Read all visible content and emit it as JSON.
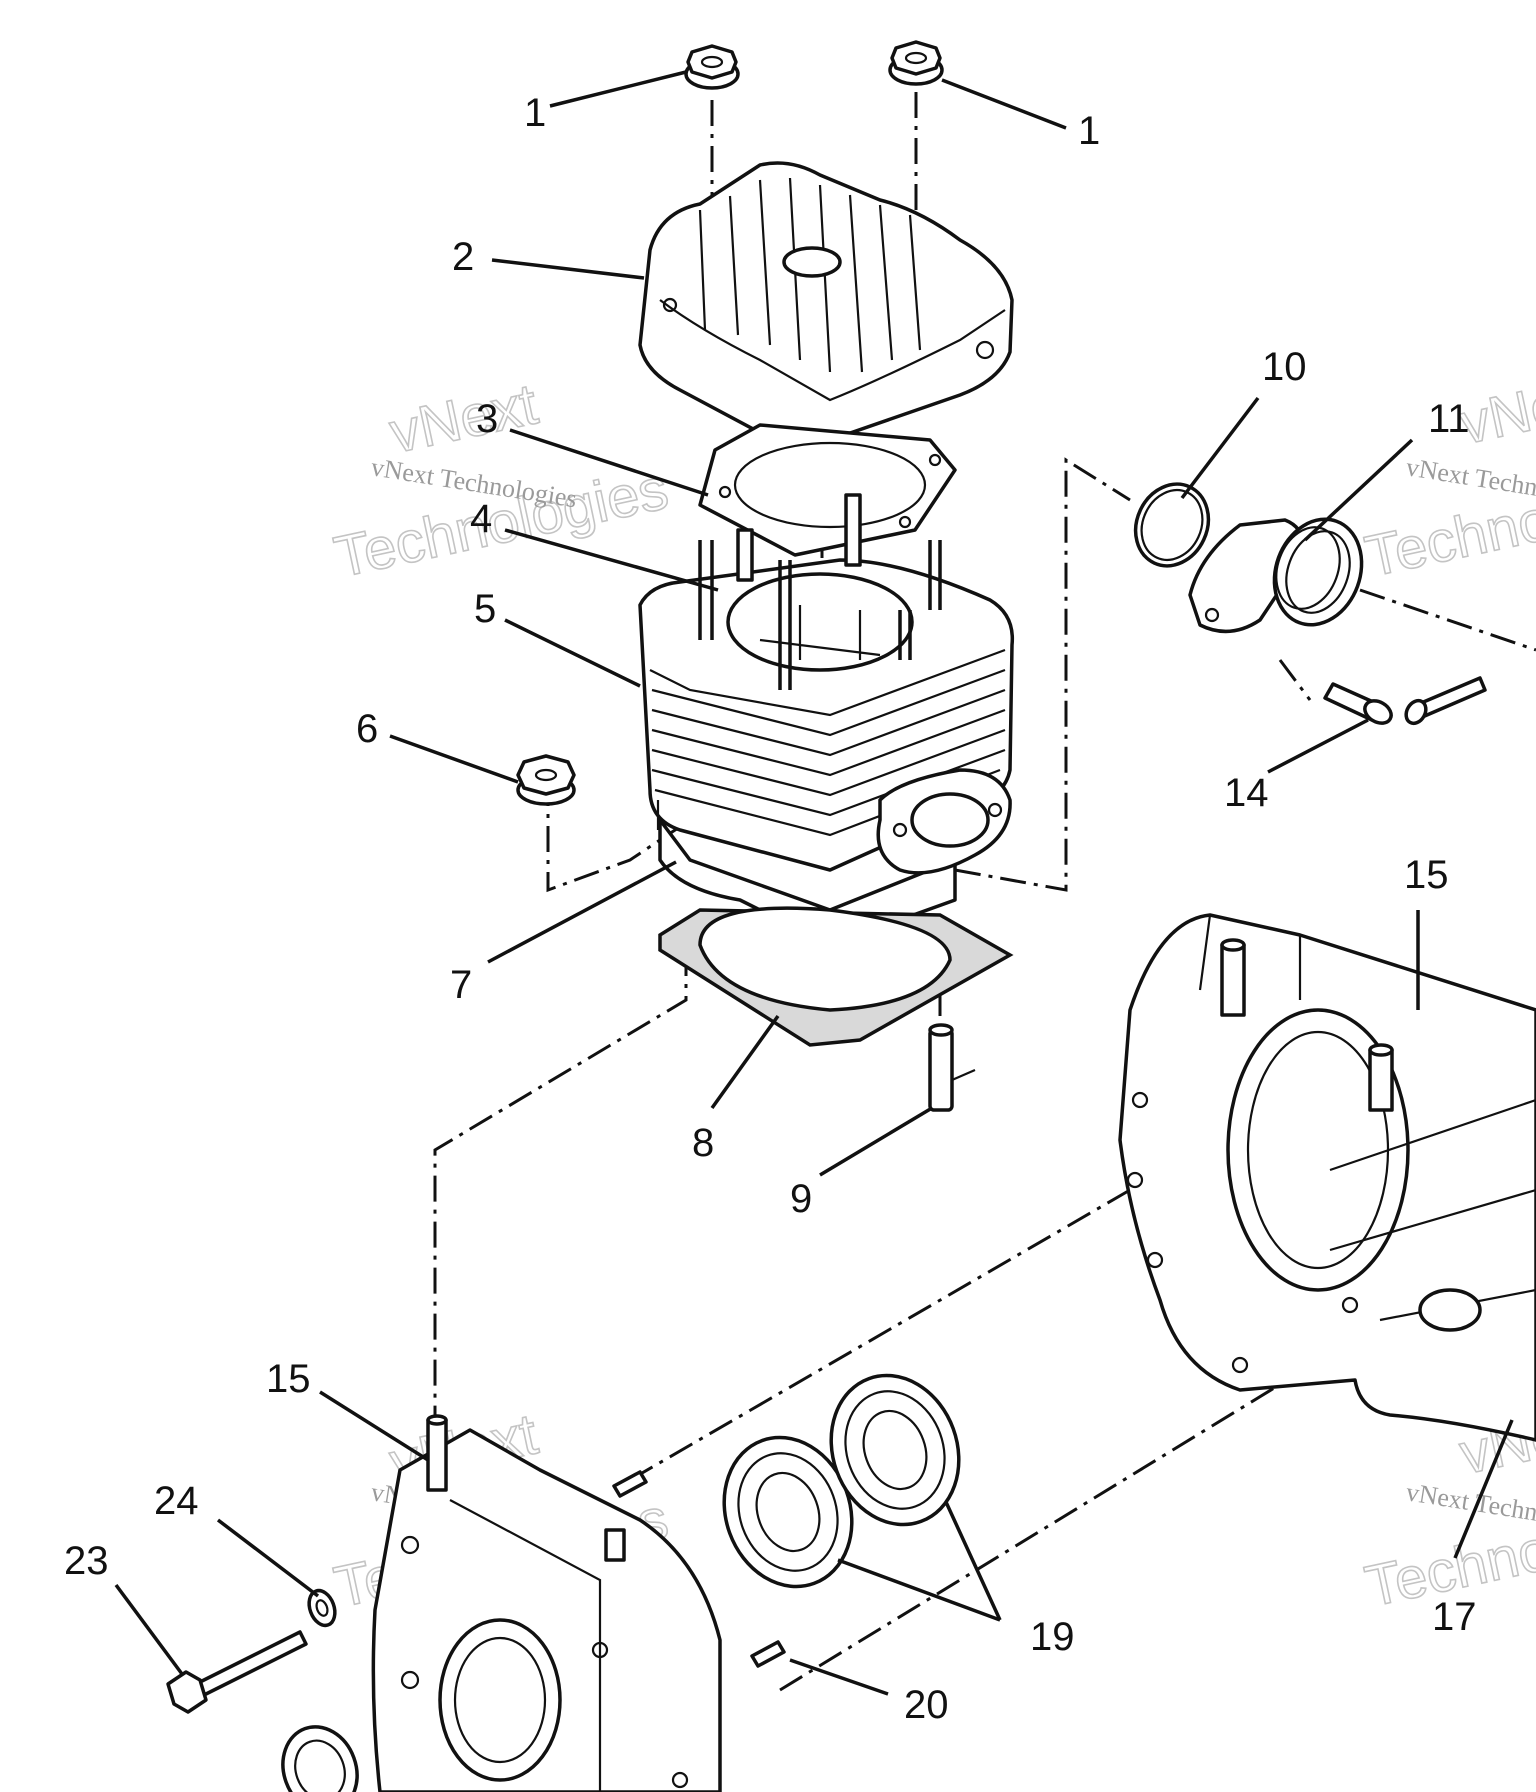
{
  "callouts": [
    "1",
    "1",
    "2",
    "3",
    "4",
    "5",
    "6",
    "7",
    "8",
    "9",
    "10",
    "11",
    "14",
    "15",
    "15",
    "17",
    "19",
    "20",
    "23",
    "24"
  ],
  "watermark": {
    "line1": "vNext Technologies",
    "line2": "vNext",
    "line3": "Technologies"
  }
}
